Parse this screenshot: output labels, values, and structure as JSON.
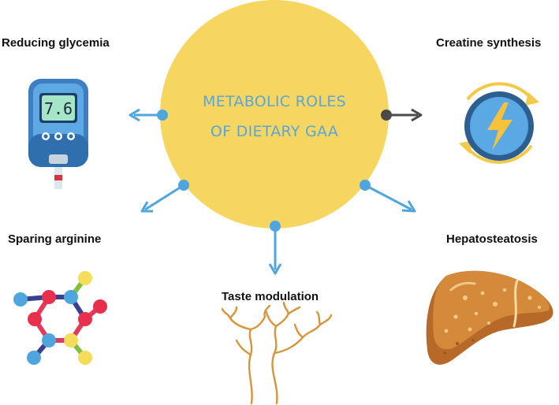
{
  "center": {
    "title_line1": "METABOLIC ROLES",
    "title_line2": "OF DIETARY GAA"
  },
  "roles": {
    "glycemia": "Reducing glycemia",
    "creatine": "Creatine synthesis",
    "arginine": "Sparing arginine",
    "hepatosteatosis": "Hepatosteatosis",
    "taste": "Taste modulation"
  },
  "glucometer": {
    "reading": "7.6"
  },
  "colors": {
    "circle": "#f6d660",
    "title_text": "#5aa6d8",
    "arrow_blue": "#4fa6df",
    "arrow_dark": "#4a4a4a"
  },
  "icons": {
    "glycemia": "glucometer-icon",
    "creatine": "energy-bolt-icon",
    "arginine": "molecule-icon",
    "hepatosteatosis": "liver-icon",
    "taste": "nerve-icon"
  }
}
